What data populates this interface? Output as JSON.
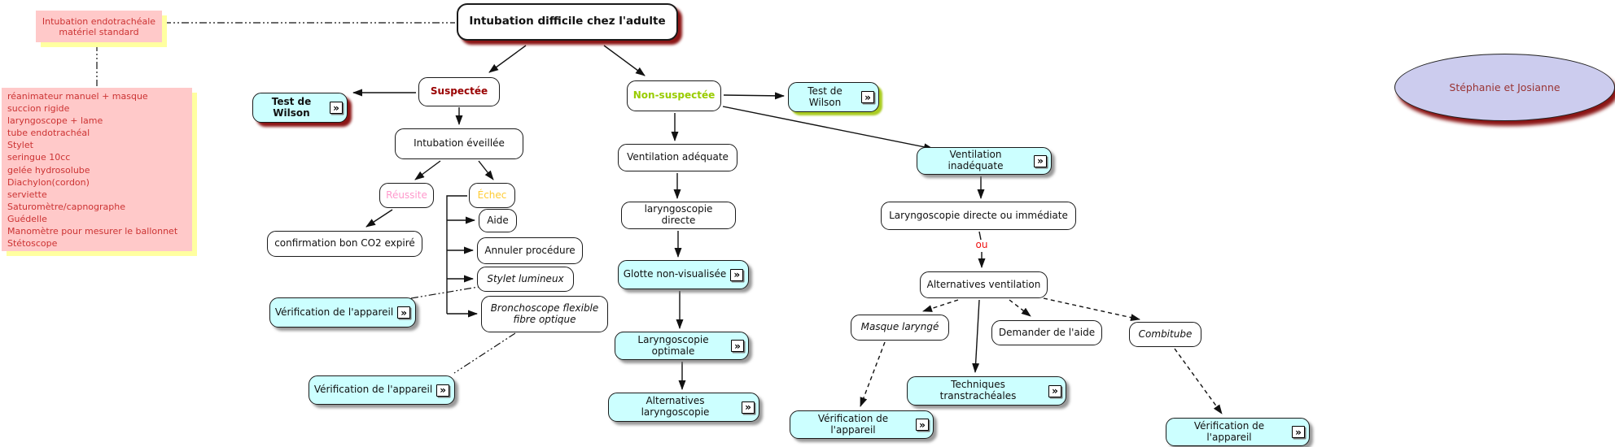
{
  "palette_note": "colors mirrored as CSS variables",
  "colors": {
    "node_cyan": "#ccffff",
    "note_pink": "#ffc9c9",
    "note_shadow_yellow": "#ffffa0",
    "accent_dark_red": "#8b1515",
    "accent_green_shadow": "#aacc22",
    "note_text_red": "#cc3333",
    "suspectee_text": "#990000",
    "non_suspectee_text": "#99cc00",
    "reussite_text": "#ff99cc",
    "echec_text": "#ffcc33",
    "ou_text": "#ee1111",
    "ellipse_fill": "#ccccee",
    "ellipse_text": "#993333"
  },
  "icons": {
    "expand": "»"
  },
  "nodes": {
    "title": "Intubation difficile chez l'adulte",
    "materiel": "Intubation endotrachéale\nmatériel standard",
    "test_wilson_left": "Test de Wilson",
    "test_wilson_right": "Test de Wilson",
    "suspectee": "Suspectée",
    "non_suspectee": "Non-suspectée",
    "intubation_eveillee": "Intubation éveillée",
    "ventilation_adequate": "Ventilation adéquate",
    "ventilation_inadequate": "Ventilation inadéquate",
    "reussite": "Réussite",
    "echec": "Échec",
    "aide": "Aide",
    "annuler_procedure": "Annuler procédure",
    "stylet_lumineux": "Stylet lumineux",
    "bronchoscope": "Bronchoscope flexible\nfibre optique",
    "confirmation": "confirmation bon CO2 expiré",
    "verification": "Vérification de l'appareil",
    "laryngoscopie_directe": "laryngoscopie directe",
    "glotte_non_visualisee": "Glotte non-visualisée",
    "laryngoscopie_optimale": "Laryngoscopie optimale",
    "alternatives_laryngoscopie": "Alternatives laryngoscopie",
    "laryngoscopie_directe_ou_immediate": "Laryngoscopie directe ou immédiate",
    "ou": "ou",
    "alternatives_ventilation": "Alternatives ventilation",
    "masque_larynge": "Masque laryngé",
    "demander_aide": "Demander de l'aide",
    "combitube": "Combitube",
    "techniques_transtracheales": "Techniques transtrachéales",
    "authors": "Stéphanie et Josianne"
  },
  "equipment": {
    "items": [
      "réanimateur manuel + masque",
      "succion rigide",
      "laryngoscope + lame",
      "tube endotrachéal",
      "Stylet",
      "seringue 10cc",
      "gelée hydrosolube",
      "Diachylon(cordon)",
      "serviette",
      "Saturomètre/capnographe",
      "Guédelle",
      "Manomètre pour mesurer le ballonnet",
      "Stétoscope"
    ]
  }
}
